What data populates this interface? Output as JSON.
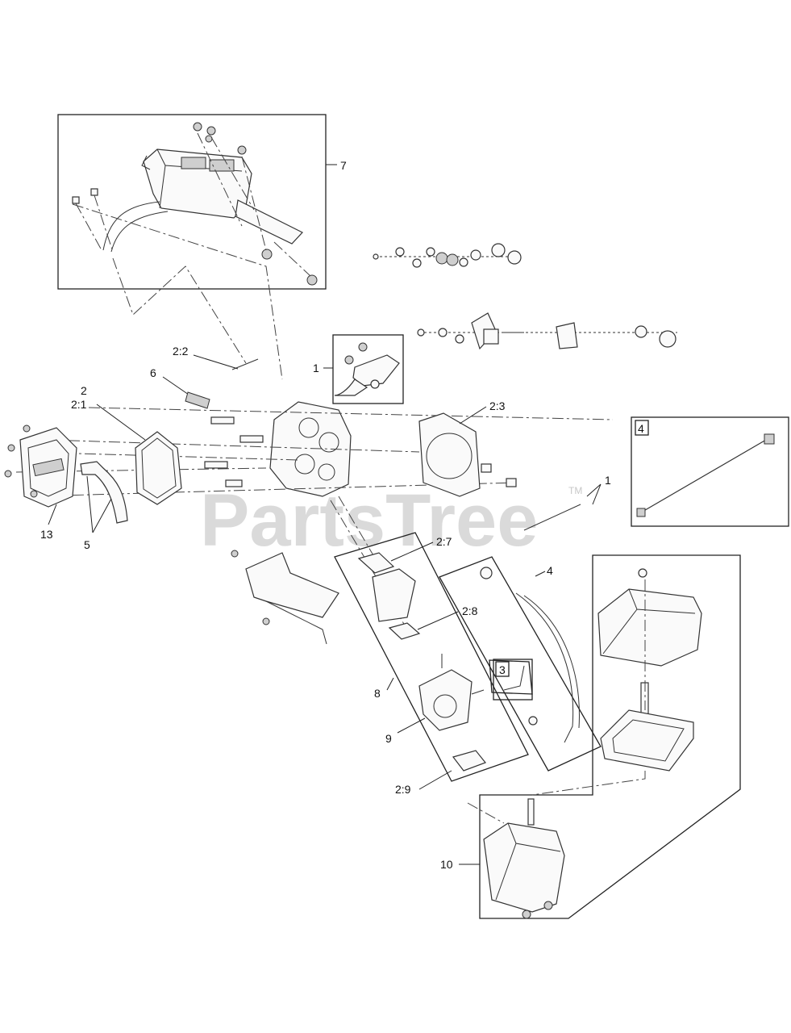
{
  "watermark": {
    "text": "PartsTree",
    "tm": "TM"
  },
  "callouts": [
    {
      "id": "c-7",
      "text": "7"
    },
    {
      "id": "c-2-2",
      "text": "2:2"
    },
    {
      "id": "c-1a",
      "text": "1"
    },
    {
      "id": "c-6",
      "text": "6"
    },
    {
      "id": "c-2",
      "text": "2"
    },
    {
      "id": "c-2-1",
      "text": "2:1"
    },
    {
      "id": "c-2-3",
      "text": "2:3"
    },
    {
      "id": "c-4box",
      "text": "4"
    },
    {
      "id": "c-1b",
      "text": "1"
    },
    {
      "id": "c-13",
      "text": "13"
    },
    {
      "id": "c-5",
      "text": "5"
    },
    {
      "id": "c-2-7",
      "text": "2:7"
    },
    {
      "id": "c-4",
      "text": "4"
    },
    {
      "id": "c-2-8",
      "text": "2:8"
    },
    {
      "id": "c-3",
      "text": "3"
    },
    {
      "id": "c-8",
      "text": "8"
    },
    {
      "id": "c-9",
      "text": "9"
    },
    {
      "id": "c-2-9",
      "text": "2:9"
    },
    {
      "id": "c-10",
      "text": "10"
    }
  ]
}
